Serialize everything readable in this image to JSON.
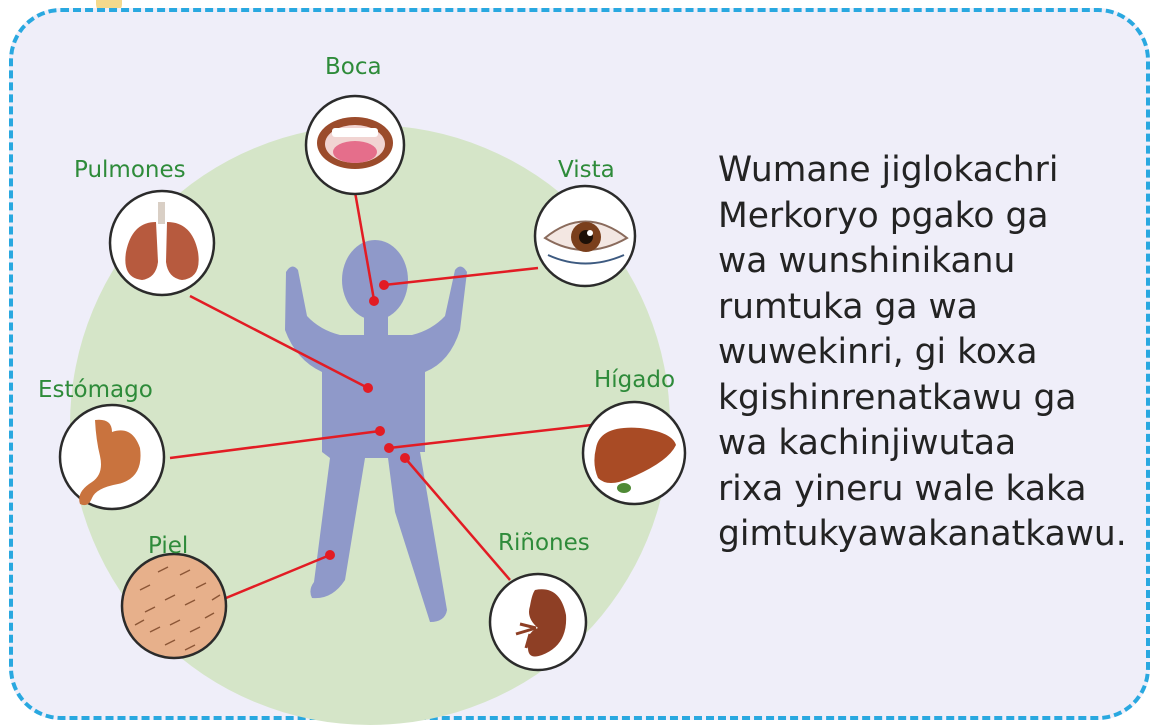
{
  "labels": {
    "boca": "Boca",
    "pulmones": "Pulmones",
    "vista": "Vista",
    "estomago": "Estómago",
    "higado": "Hígado",
    "piel": "Piel",
    "rinones": "Riñones"
  },
  "paragraph": {
    "lines": [
      "Wumane jiglokachri",
      "Merkoryo pgako ga",
      "wa wunshinikanu",
      "rumtuka ga wa",
      "wuwekinri, gi koxa",
      "kgishinrenatkawu ga",
      "wa kachinjiwutaa",
      "rixa yineru wale kaka",
      "gimtukyawakanatkawu."
    ]
  },
  "colors": {
    "border": "#29a8e0",
    "panel_bg": "#efeef9",
    "circle_bg": "#d5e5c8",
    "silhouette": "#8f99c9",
    "connector": "#e21c24",
    "label_green": "#2e8b3a"
  }
}
